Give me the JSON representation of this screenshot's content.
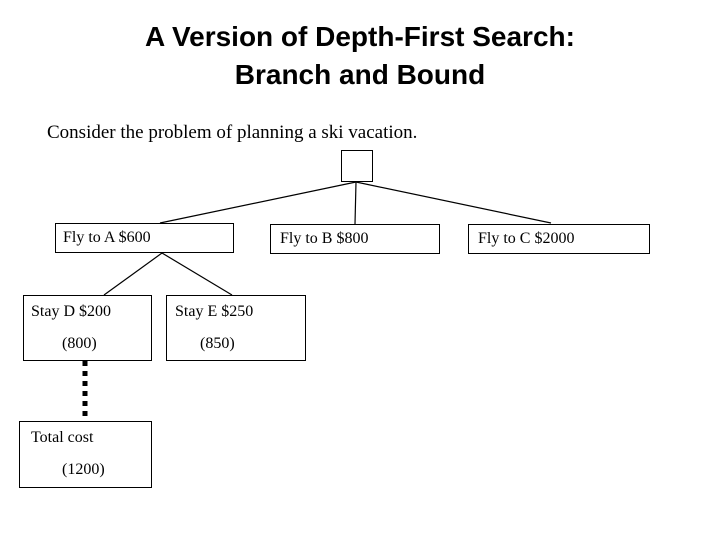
{
  "slide": {
    "title_line1": "A Version of Depth-First Search:",
    "title_line2": "Branch and Bound",
    "subtitle": "Consider the problem of planning a ski vacation.",
    "background_color": "#FFFFFF",
    "text_color": "#000000",
    "line_color": "#000000"
  },
  "tree": {
    "nodes": [
      {
        "id": "root",
        "line1": "",
        "line2": ""
      },
      {
        "id": "fly_a",
        "line1": "Fly to A   $600",
        "line2": ""
      },
      {
        "id": "fly_b",
        "line1": "Fly to B   $800",
        "line2": ""
      },
      {
        "id": "fly_c",
        "line1": "Fly to C  $2000",
        "line2": ""
      },
      {
        "id": "stay_d",
        "line1": "Stay D $200",
        "line2": "(800)"
      },
      {
        "id": "stay_e",
        "line1": "Stay E  $250",
        "line2": "(850)"
      },
      {
        "id": "total",
        "line1": "Total cost",
        "line2": "(1200)"
      }
    ],
    "edges": [
      {
        "from": "root",
        "to": "fly_a",
        "style": "solid"
      },
      {
        "from": "root",
        "to": "fly_b",
        "style": "solid"
      },
      {
        "from": "root",
        "to": "fly_c",
        "style": "solid"
      },
      {
        "from": "fly_a",
        "to": "stay_d",
        "style": "solid"
      },
      {
        "from": "fly_a",
        "to": "stay_e",
        "style": "solid"
      },
      {
        "from": "stay_d",
        "to": "total",
        "style": "dotted"
      }
    ]
  }
}
